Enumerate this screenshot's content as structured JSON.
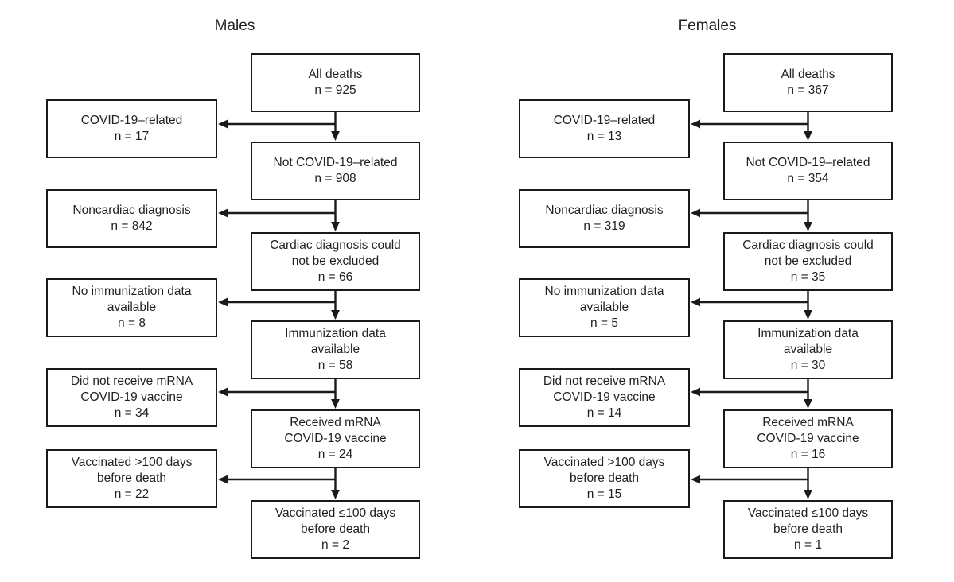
{
  "colors": {
    "border": "#1a1a1a",
    "text": "#231f20",
    "background": "#ffffff"
  },
  "diagrams": [
    {
      "title": "Males",
      "main": [
        {
          "label": "All deaths",
          "n": "n = 925"
        },
        {
          "label": "Not COVID-19–related",
          "n": "n = 908"
        },
        {
          "label": "Cardiac diagnosis could\nnot be excluded",
          "n": "n = 66"
        },
        {
          "label": "Immunization data\navailable",
          "n": "n = 58"
        },
        {
          "label": "Received mRNA\nCOVID-19 vaccine",
          "n": "n = 24"
        },
        {
          "label": "Vaccinated ≤100 days\nbefore death",
          "n": "n = 2"
        }
      ],
      "side": [
        {
          "label": "COVID-19–related",
          "n": "n = 17"
        },
        {
          "label": "Noncardiac diagnosis",
          "n": "n = 842"
        },
        {
          "label": "No immunization data\navailable",
          "n": "n = 8"
        },
        {
          "label": "Did not receive mRNA\nCOVID-19 vaccine",
          "n": "n = 34"
        },
        {
          "label": "Vaccinated >100 days\nbefore death",
          "n": "n = 22"
        }
      ]
    },
    {
      "title": "Females",
      "main": [
        {
          "label": "All deaths",
          "n": "n = 367"
        },
        {
          "label": "Not COVID-19–related",
          "n": "n = 354"
        },
        {
          "label": "Cardiac diagnosis could\nnot be excluded",
          "n": "n = 35"
        },
        {
          "label": "Immunization data\navailable",
          "n": "n = 30"
        },
        {
          "label": "Received mRNA\nCOVID-19 vaccine",
          "n": "n = 16"
        },
        {
          "label": "Vaccinated ≤100 days\nbefore death",
          "n": "n = 1"
        }
      ],
      "side": [
        {
          "label": "COVID-19–related",
          "n": "n = 13"
        },
        {
          "label": "Noncardiac diagnosis",
          "n": "n = 319"
        },
        {
          "label": "No immunization data\navailable",
          "n": "n = 5"
        },
        {
          "label": "Did not receive mRNA\nCOVID-19 vaccine",
          "n": "n = 14"
        },
        {
          "label": "Vaccinated >100 days\nbefore death",
          "n": "n = 15"
        }
      ]
    }
  ]
}
